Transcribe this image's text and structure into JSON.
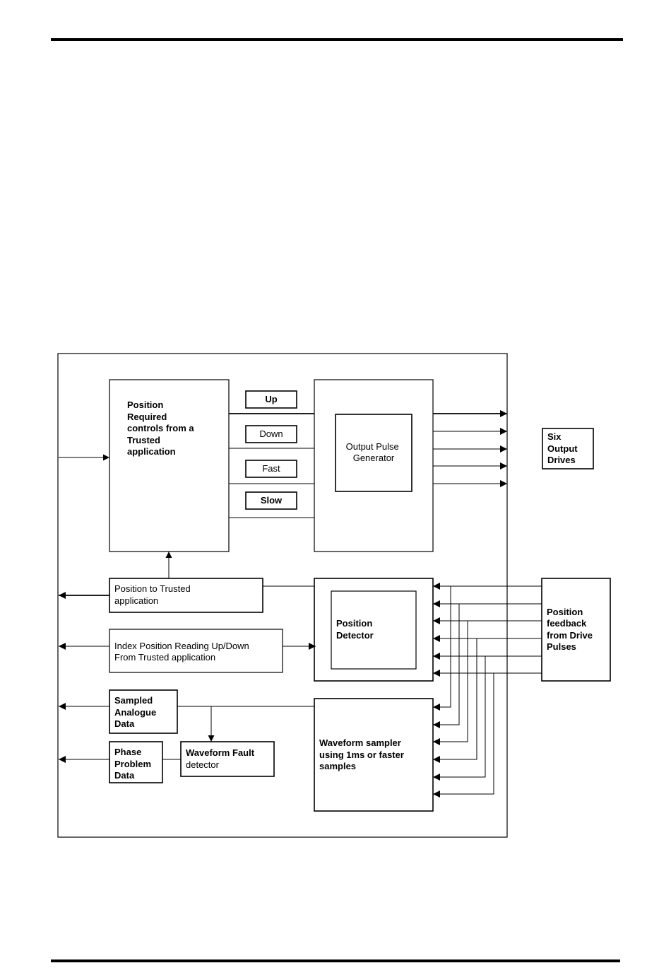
{
  "diagram": {
    "position_required": [
      "Position",
      "Required",
      "controls from a",
      "Trusted",
      "application"
    ],
    "control_up": "Up",
    "control_down": "Down",
    "control_fast": "Fast",
    "control_slow": "Slow",
    "output_pulse_generator": [
      "Output Pulse",
      "Generator"
    ],
    "six_output_drives": [
      "Six",
      "Output",
      "Drives"
    ],
    "position_to_trusted": [
      "Position to Trusted",
      "application"
    ],
    "position_detector": [
      "Position",
      "Detector"
    ],
    "position_feedback": [
      "Position",
      "feedback",
      "from Drive",
      "Pulses"
    ],
    "index_position_reading": [
      "Index Position Reading Up/Down",
      "From Trusted application"
    ],
    "sampled_analogue_data": [
      "Sampled",
      "Analogue",
      "Data"
    ],
    "waveform_sampler": [
      "Waveform sampler",
      "using 1ms or faster",
      "samples"
    ],
    "phase_problem_data": [
      "Phase",
      "Problem",
      "Data"
    ],
    "waveform_fault_detector": [
      "Waveform Fault",
      "detector"
    ]
  }
}
